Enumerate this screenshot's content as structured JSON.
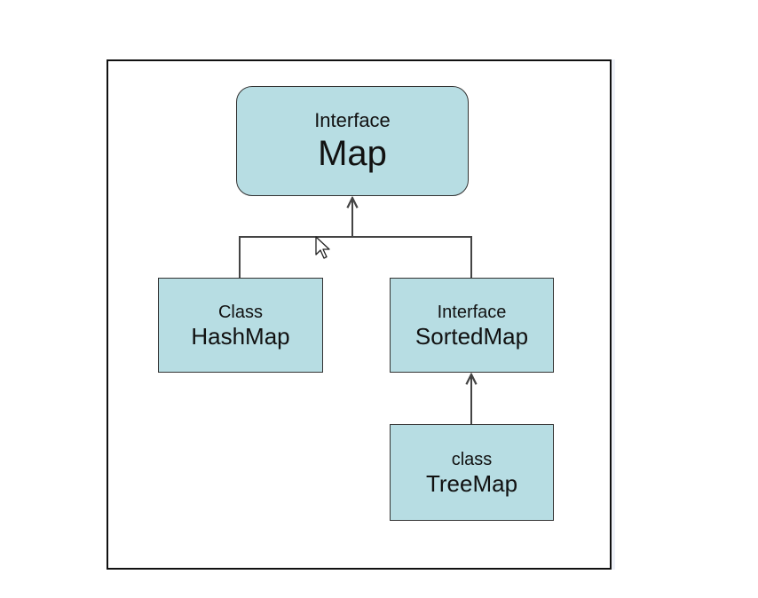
{
  "diagram": {
    "root": {
      "kind": "Interface",
      "name": "Map"
    },
    "hashmap": {
      "kind": "Class",
      "name": "HashMap"
    },
    "sortedmap": {
      "kind": "Interface",
      "name": "SortedMap"
    },
    "treemap": {
      "kind": "class",
      "name": "TreeMap"
    }
  },
  "colors": {
    "node_fill": "#b7dde3",
    "node_border": "#333333",
    "connector": "#444444",
    "frame_border": "#111111"
  },
  "icons": {
    "cursor": "mouse-pointer-icon"
  }
}
